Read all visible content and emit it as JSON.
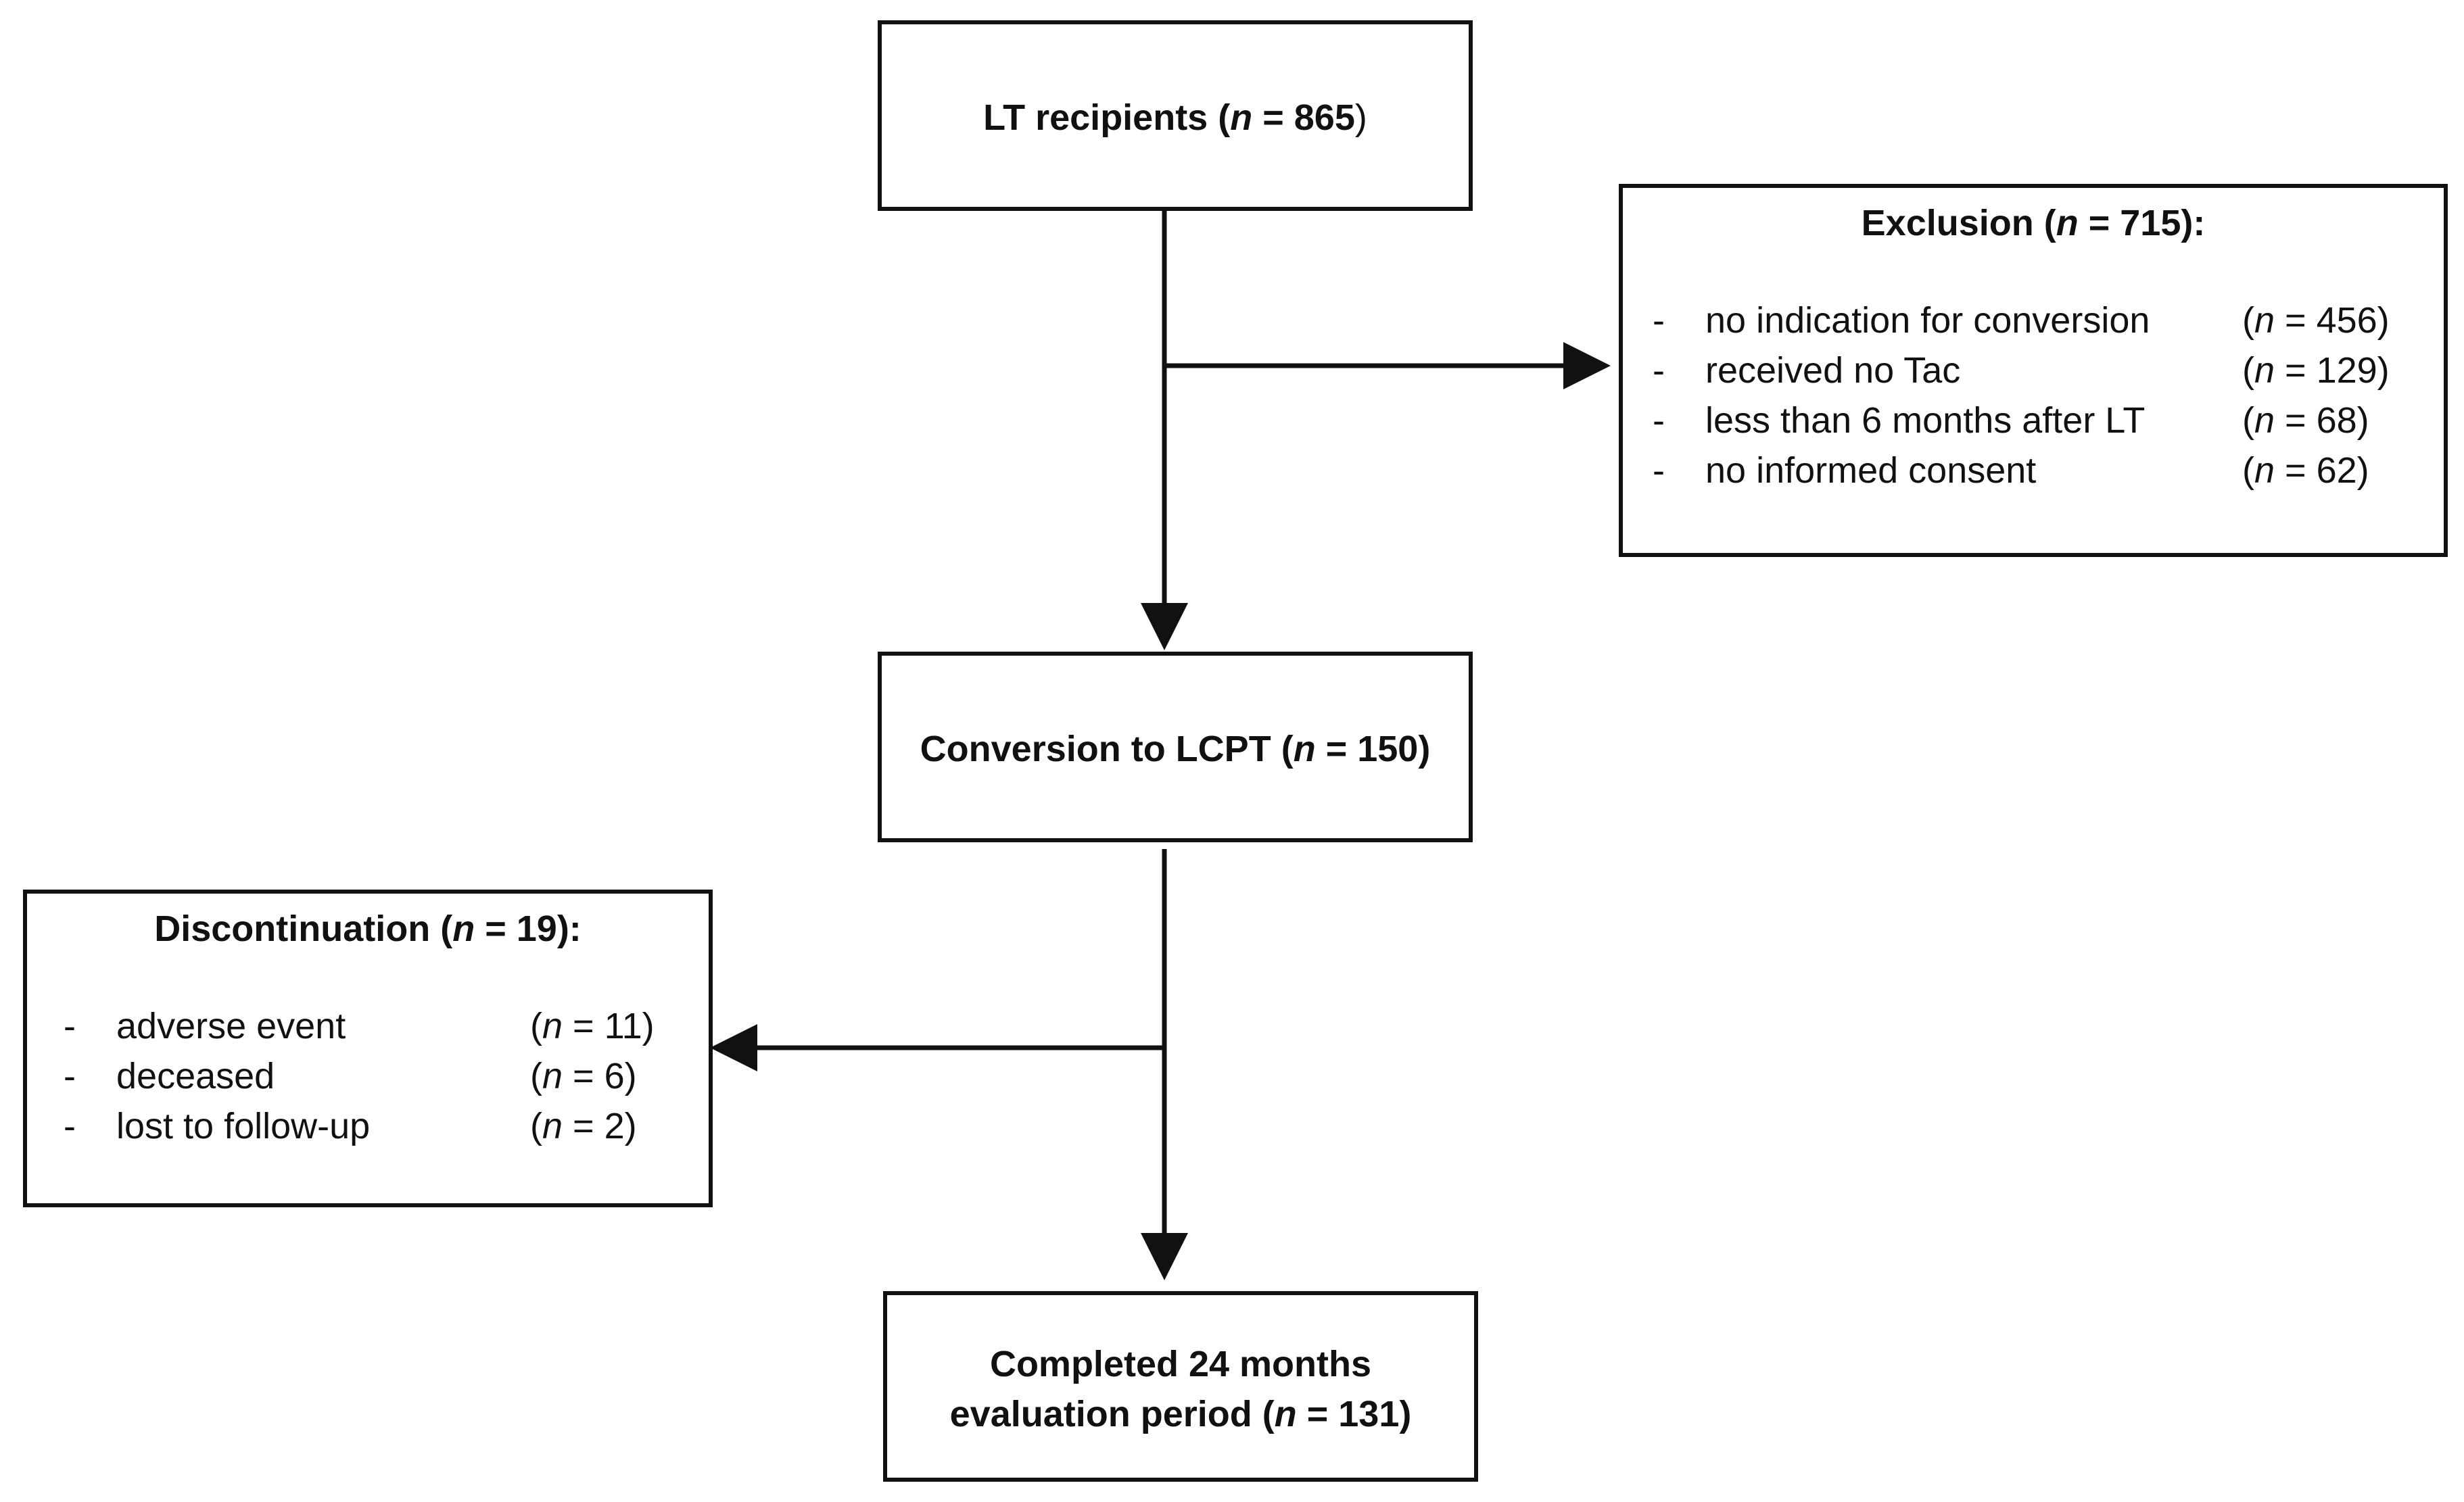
{
  "boxes": {
    "recipients": {
      "label": "LT recipients",
      "n_var": "n",
      "n_text": " = 865",
      "close": ")"
    },
    "exclusion": {
      "heading": "Exclusion",
      "n_var": "n",
      "n_text": " = 715",
      "close": "):",
      "items": [
        {
          "dash": "-",
          "label": "no indication for conversion",
          "count_open": "(",
          "n_var": "n",
          "count_text": " = 456)"
        },
        {
          "dash": "-",
          "label": "received no Tac",
          "count_open": "(",
          "n_var": "n",
          "count_text": " = 129)"
        },
        {
          "dash": "-",
          "label": "less than 6 months after LT",
          "count_open": "(",
          "n_var": "n",
          "count_text": " = 68)"
        },
        {
          "dash": "-",
          "label": "no informed consent",
          "count_open": "(",
          "n_var": "n",
          "count_text": " = 62)"
        }
      ]
    },
    "conversion": {
      "label": "Conversion to LCPT",
      "n_var": "n",
      "n_text": " = 150",
      "close": ")"
    },
    "discontinuation": {
      "heading": "Discontinuation",
      "n_var": "n",
      "n_text": " = 19",
      "close": "):",
      "items": [
        {
          "dash": "-",
          "label": "adverse event",
          "count_open": "(",
          "n_var": "n",
          "count_text": " = 11)"
        },
        {
          "dash": "-",
          "label": "deceased",
          "count_open": "(",
          "n_var": "n",
          "count_text": " = 6)"
        },
        {
          "dash": "-",
          "label": "lost to follow-up",
          "count_open": "(",
          "n_var": "n",
          "count_text": " = 2)"
        }
      ]
    },
    "completed": {
      "line1": "Completed 24 months",
      "line2_label": "evaluation period",
      "n_var": "n",
      "n_text": " = 131",
      "close": ")"
    }
  },
  "colors": {
    "stroke": "#111111",
    "background": "#ffffff"
  }
}
